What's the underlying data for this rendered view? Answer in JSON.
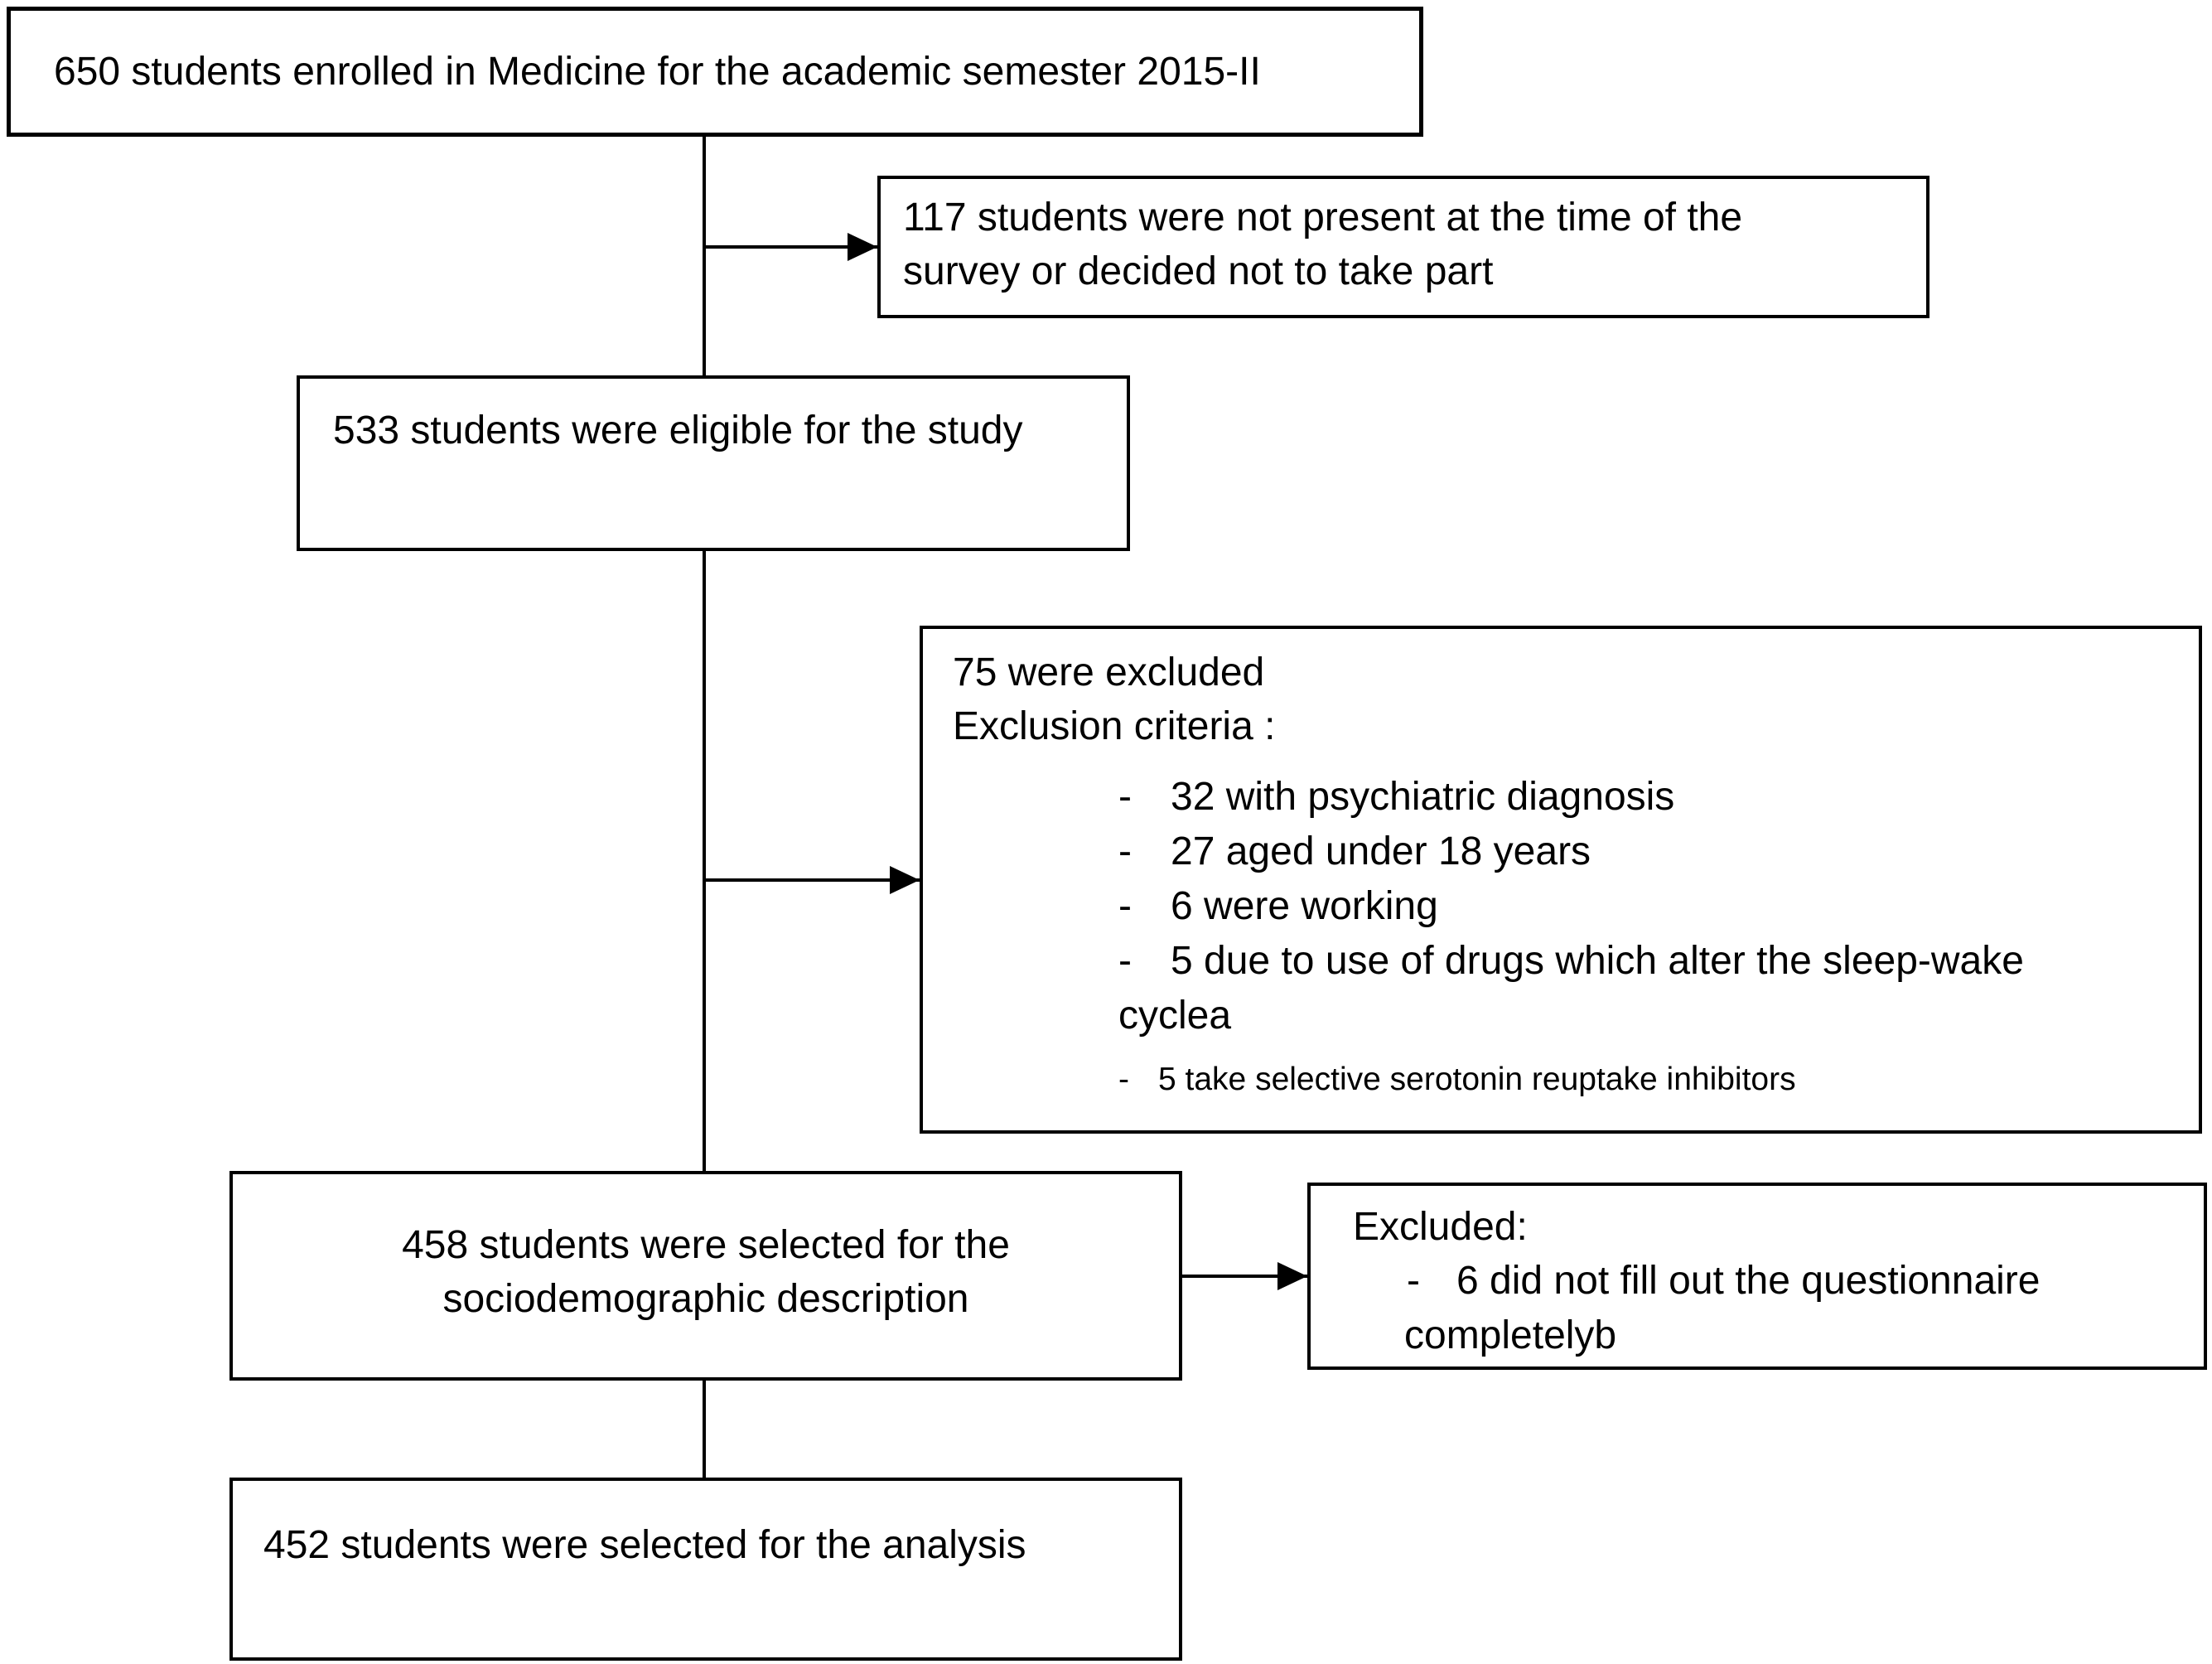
{
  "figure": {
    "colors": {
      "background": "#ffffff",
      "line": "#000000",
      "text": "#000000"
    },
    "boxes": {
      "enrolled": {
        "text": "650 students enrolled in Medicine for the academic semester 2015-II"
      },
      "not_present": {
        "lines": [
          "117 students were not present at the time of the",
          "survey or decided not to take part"
        ]
      },
      "eligible": {
        "text": "533 students were eligible for the study"
      },
      "exclusion": {
        "title": "75 were excluded",
        "subtitle": "Exclusion criteria :",
        "marker": "-",
        "items": [
          {
            "text": "32 with psychiatric diagnosis"
          },
          {
            "text": "27 aged under 18 years"
          },
          {
            "text": "6 were working"
          },
          {
            "text": "5 due to use of drugs which alter the sleep-wake",
            "continuation": "cyclea"
          },
          {
            "text": "5 take selective serotonin reuptake inhibitors"
          }
        ]
      },
      "sociodemographic": {
        "lines": [
          "458 students were selected for the",
          "sociodemographic description"
        ]
      },
      "excluded_followup": {
        "title": "Excluded:",
        "marker": "-",
        "item": {
          "text": "6 did not fill out the questionnaire",
          "continuation": "completelyb"
        }
      },
      "analysis": {
        "text": "452 students were selected for the analysis"
      }
    }
  }
}
